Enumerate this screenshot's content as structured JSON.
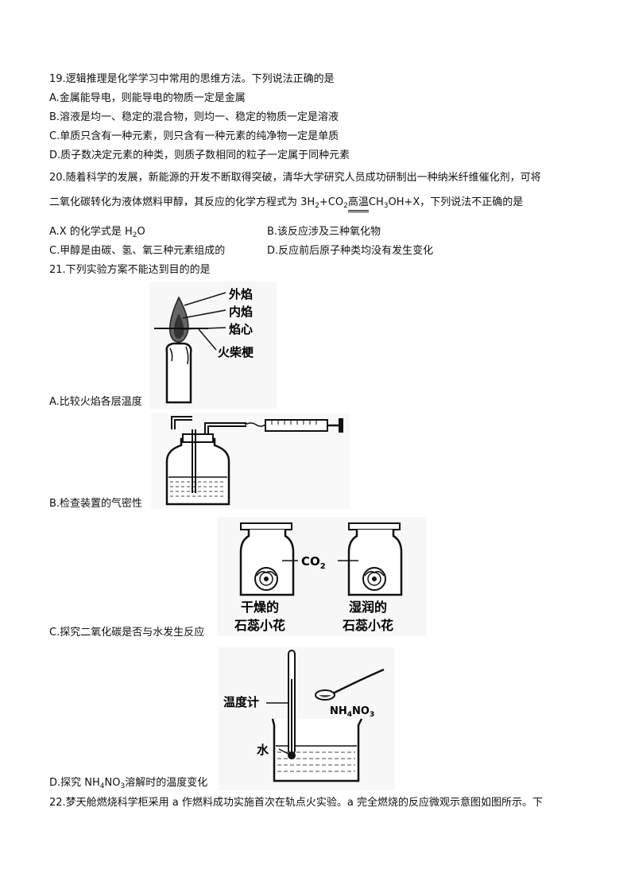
{
  "q19": {
    "stem": "19.逻辑推理是化学学习中常用的思维方法。下列说法正确的是",
    "options": [
      "A.金属能导电，则能导电的物质一定是金属",
      "B.溶液是均一、稳定的混合物，则均一、稳定的物质一定是溶液",
      "C.单质只含有一种元素，则只含有一种元素的纯净物一定是单质",
      "D.质子数决定元素的种类，则质子数相同的粒子一定属于同种元素"
    ]
  },
  "q20": {
    "stem": "20.随着科学的发展，新能源的开发不断取得突破，清华大学研究人员成功研制出一种纳米纤维催化剂，可将",
    "line2_pre": "二氧化碳转化为液体燃料甲醇，其反应的化学方程式为 3H",
    "line2_sub1": "2",
    "line2_mid": "+CO",
    "line2_sub2": "2",
    "condition": "高温",
    "line2_ch3": "CH",
    "line2_sub3": "3",
    "line2_post": "OH+X，下列说法不正确的是",
    "option_a_pre": "A.X 的化学式是 H",
    "option_a_sub": "2",
    "option_a_post": "O",
    "option_b": "B.该反应涉及三种氧化物",
    "option_c": "C.甲醇是由碳、氢、氧三种元素组成的",
    "option_d": "D.反应前后原子种类均没有发生变化"
  },
  "q21": {
    "stem": "21.下列实验方案不能达到目的的是",
    "option_a": "A.比较火焰各层温度",
    "option_b": "B.检查装置的气密性",
    "option_c": "C.探究二氧化碳是否与水发生反应",
    "option_d_pre": "D.探究 NH",
    "option_d_sub1": "4",
    "option_d_mid": "NO",
    "option_d_sub2": "3",
    "option_d_post": "溶解时的温度变化",
    "fig_a_labels": [
      "外焰",
      "内焰",
      "焰心",
      "火柴梗"
    ],
    "fig_c_gas_label": "CO",
    "fig_c_gas_sub": "2",
    "fig_c_left_label": [
      "干燥的",
      "石蕊小花"
    ],
    "fig_c_right_label": [
      "湿润的",
      "石蕊小花"
    ],
    "fig_d_thermometer": "温度计",
    "fig_d_water": "水",
    "fig_d_salt": "NH",
    "fig_d_salt_sub1": "4",
    "fig_d_salt_mid": "NO",
    "fig_d_salt_sub2": "3"
  },
  "q22": {
    "stem": "22.梦天舱燃烧科学柜采用 a 作燃料成功实施首次在轨点火实验。a 完全燃烧的反应微观示意图如图所示。下"
  }
}
